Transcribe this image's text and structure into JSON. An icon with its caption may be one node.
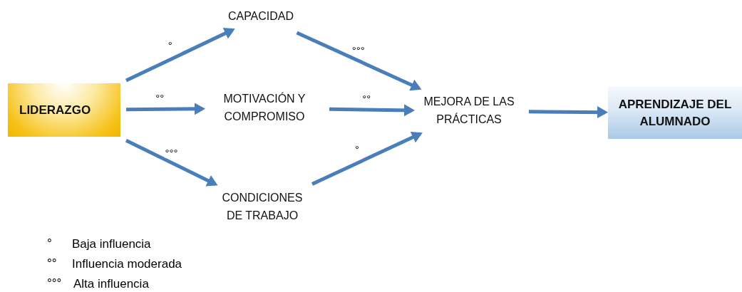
{
  "diagram": {
    "nodes": [
      {
        "text": [
          "LIDERAZGO"
        ]
      },
      {
        "text": [
          "CAPACIDAD"
        ]
      },
      {
        "text": [
          "MOTIVACIÓN Y COMPROMISO"
        ]
      },
      {
        "text": [
          "CONDICIONES DE TRABAJO"
        ]
      },
      {
        "text": [
          "MEJORA DE LAS PRÁCTICAS"
        ]
      },
      {
        "text": [
          "APRENDIZAJE DEL ALUMNADO"
        ]
      }
    ],
    "edges": [
      {
        "from": 0,
        "to": 1,
        "arrow": "to",
        "label": "°"
      },
      {
        "from": 0,
        "to": 2,
        "arrow": "to",
        "label": "°°"
      },
      {
        "from": 0,
        "to": 3,
        "arrow": "to",
        "label": "°°°"
      },
      {
        "from": 1,
        "to": 4,
        "arrow": "to",
        "label": "°°°"
      },
      {
        "from": 2,
        "to": 4,
        "arrow": "to",
        "label": "°°"
      },
      {
        "from": 3,
        "to": 4,
        "arrow": "to",
        "label": "°"
      },
      {
        "from": 4,
        "to": 5,
        "arrow": "to"
      }
    ],
    "labels": [
      "°",
      "Baja influencia",
      "°°",
      "Influencia moderada",
      "°°°",
      "Alta influencia"
    ]
  }
}
